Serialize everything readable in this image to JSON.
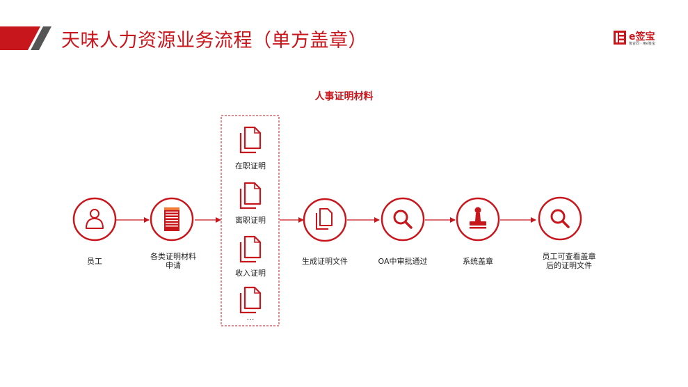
{
  "header": {
    "title": "天味人力资源业务流程（单方盖章）",
    "accent_color": "#c8161d"
  },
  "logo": {
    "brand": "e签宝",
    "tagline": "签合同 · 用e签宝",
    "icon": "esign-logo-icon"
  },
  "diagram": {
    "title": "人事证明材料",
    "nodes": [
      {
        "label": "员工",
        "icon": "user-icon"
      },
      {
        "label": "各类证明材料\n申请",
        "icon": "form-icon"
      },
      {
        "label": "生成证明文件",
        "icon": "document-icon"
      },
      {
        "label": "OA中审批通过",
        "icon": "search-icon"
      },
      {
        "label": "系统盖章",
        "icon": "stamp-icon"
      },
      {
        "label": "员工可查看盖章\n后的证明文件",
        "icon": "search-icon"
      }
    ],
    "documents": [
      {
        "label": "在职证明",
        "icon": "document-icon"
      },
      {
        "label": "离职证明",
        "icon": "document-icon"
      },
      {
        "label": "收入证明",
        "icon": "document-icon"
      },
      {
        "label": "…",
        "icon": "document-icon"
      }
    ]
  }
}
